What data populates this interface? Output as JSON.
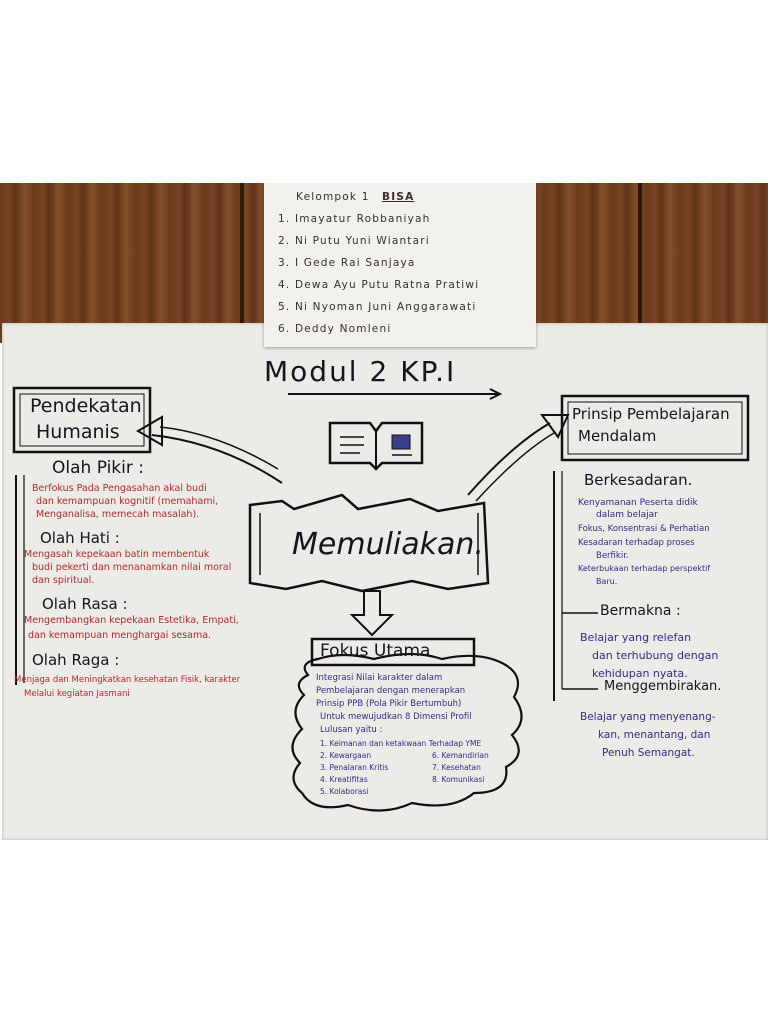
{
  "note": {
    "heading": "Kelompok 1",
    "heading_tag": "BISA",
    "members": [
      "1. Imayatur Robbaniyah",
      "2. Ni Putu Yuni Wiantari",
      "3. I Gede Rai Sanjaya",
      "4. Dewa Ayu Putu Ratna Pratiwi",
      "5. Ni Nyoman Juni Anggarawati",
      "6. Deddy Nomleni"
    ]
  },
  "poster": {
    "title": "Modul 2 KP.I",
    "center": "Memuliakan.",
    "left": {
      "title_line1": "Pendekatan",
      "title_line2": "Humanis",
      "items": [
        {
          "head": "Olah Pikir :",
          "lines": [
            "Berfokus Pada Pengasahan akal budi",
            "dan kemampuan kognitif (memahami,",
            "Menganalisa, memecah masalah)."
          ]
        },
        {
          "head": "Olah Hati :",
          "lines": [
            "Mengasah kepekaan batin membentuk",
            "budi pekerti dan menanamkan nilai moral",
            "dan spiritual."
          ]
        },
        {
          "head": "Olah Rasa :",
          "lines": [
            "Mengembangkan kepekaan Estetika, Empati,",
            "dan kemampuan menghargai sesama."
          ]
        },
        {
          "head": "Olah Raga :",
          "lines": [
            "Menjaga dan Meningkatkan kesehatan Fisik, karakter",
            "Melalui kegiatan Jasmani"
          ]
        }
      ]
    },
    "focus": {
      "title": "Fokus Utama",
      "lines": [
        "Integrasi Nilai karakter dalam",
        "Pembelajaran dengan menerapkan",
        "Prinsip PPB (Pola Pikir Bertumbuh)",
        "Untuk mewujudkan 8 Dimensi Profil",
        "Lulusan yaitu :"
      ],
      "col1": [
        "1. Keimanan dan ketakwaan Terhadap YME",
        "2. Kewargaan",
        "3. Penalaran Kritis",
        "4. Kreatifitas",
        "5. Kolaborasi"
      ],
      "col2": [
        "6. Kemandirian",
        "7. Kesehatan",
        "8. Komunikasi"
      ]
    },
    "right": {
      "title_line1": "Prinsip Pembelajaran",
      "title_line2": "Mendalam",
      "items": [
        {
          "head": "Berkesadaran.",
          "lines": [
            "Kenyamanan Peserta didik",
            "dalam belajar",
            "Fokus, Konsentrasi & Perhatian",
            "Kesadaran terhadap proses",
            "Berfikir.",
            "Keterbukaan terhadap perspektif",
            "Baru."
          ]
        },
        {
          "head": "Bermakna :",
          "lines": [
            "Belajar yang relefan",
            "dan terhubung dengan",
            "kehidupan nyata."
          ]
        },
        {
          "head": "Menggembirakan.",
          "lines": [
            "Belajar yang menyenang-",
            "kan, menantang, dan",
            "Penuh Semangat."
          ]
        }
      ]
    }
  },
  "colors": {
    "ink_black": "#15151c",
    "ink_red": "#b42a2a",
    "ink_blue": "#2f2d86",
    "wood": "#6b3b1c",
    "paper": "#ecebe7"
  },
  "icons": [
    "open-book-icon",
    "arrow-icons"
  ]
}
